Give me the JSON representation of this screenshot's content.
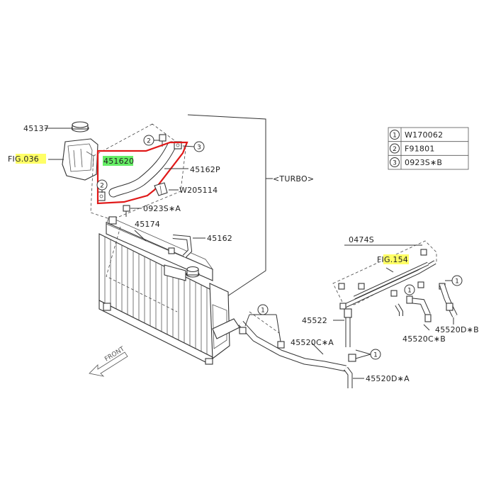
{
  "labels": {
    "p45137": "45137",
    "fig036": "FIG.036",
    "p451620": "451620",
    "p45162P": "45162P",
    "w205114": "W205114",
    "p0923SA": "0923S∗A",
    "p45174": "45174",
    "p45162": "45162",
    "turbo": "<TURBO>",
    "p0474S": "0474S",
    "fig154": "FIG.154",
    "p45522": "45522",
    "p45520CA": "45520C∗A",
    "p45520CB": "45520C∗B",
    "p45520DA": "45520D∗A",
    "p45520DB": "45520D∗B",
    "front": "FRONT"
  },
  "legend": [
    {
      "num": "1",
      "code": "W170062"
    },
    {
      "num": "2",
      "code": "F91801"
    },
    {
      "num": "3",
      "code": "0923S∗B"
    }
  ],
  "callouts": {
    "c1": "1",
    "c2": "2",
    "c3": "3"
  },
  "colors": {
    "highlight_yellow": "#ffff66",
    "highlight_green": "#66ee66",
    "selection_red": "#e01818"
  }
}
